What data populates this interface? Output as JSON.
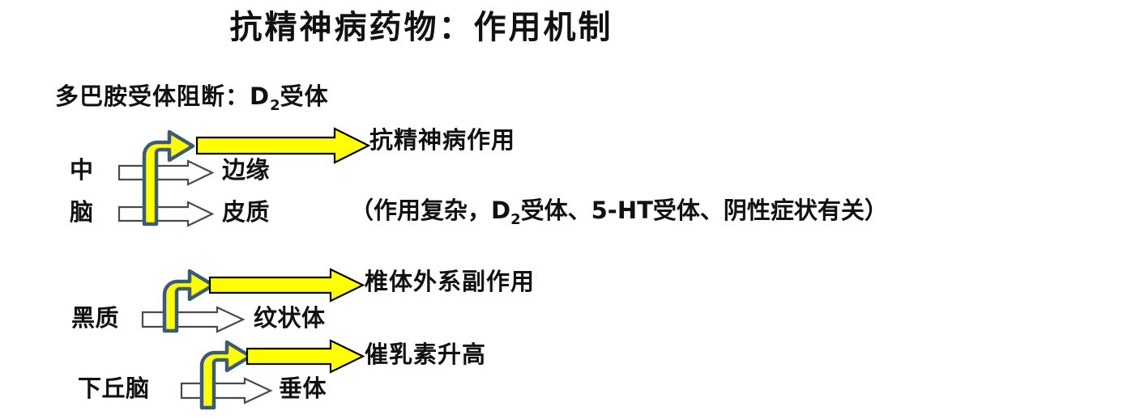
{
  "slide": {
    "title": "抗精神病药物：作用机制",
    "subtitle_main": "多巴胺受体阻断：D",
    "subtitle_sub": "2",
    "subtitle_tail": "受体"
  },
  "colors": {
    "arrow_fill": "#FFFF00",
    "arrow_outline_dark": "#3C5A78",
    "arrow_outline_black": "#000000",
    "plain_arrow_fill": "#FFFFFF",
    "plain_arrow_outline": "#4A4A4A",
    "text": "#111111",
    "background": "#FFFFFF"
  },
  "pathways": [
    {
      "id": "mesolimbic-mesocortical",
      "sources": [
        "中",
        "脑"
      ],
      "targets": [
        "边缘",
        "皮质"
      ],
      "outcome": "抗精神病作用",
      "note_parts": {
        "before": "（作用复杂，D",
        "sub": "2",
        "after": "受体、5-HT受体、阴性症状有关）"
      },
      "note_full": "（作用复杂，D2受体、5-HT受体、阴性症状有关）"
    },
    {
      "id": "nigrostriatal",
      "sources": [
        "黑质"
      ],
      "targets": [
        "纹状体"
      ],
      "outcome": "椎体外系副作用"
    },
    {
      "id": "tuberoinfundibular",
      "sources": [
        "下丘脑"
      ],
      "targets": [
        "垂体"
      ],
      "outcome": "催乳素升高"
    }
  ],
  "icons": {
    "hollow_arrow": "hollow-right-arrow-icon",
    "yellow_arrow": "yellow-right-arrow-icon",
    "curved_arrow": "curved-up-right-arrow-icon"
  }
}
